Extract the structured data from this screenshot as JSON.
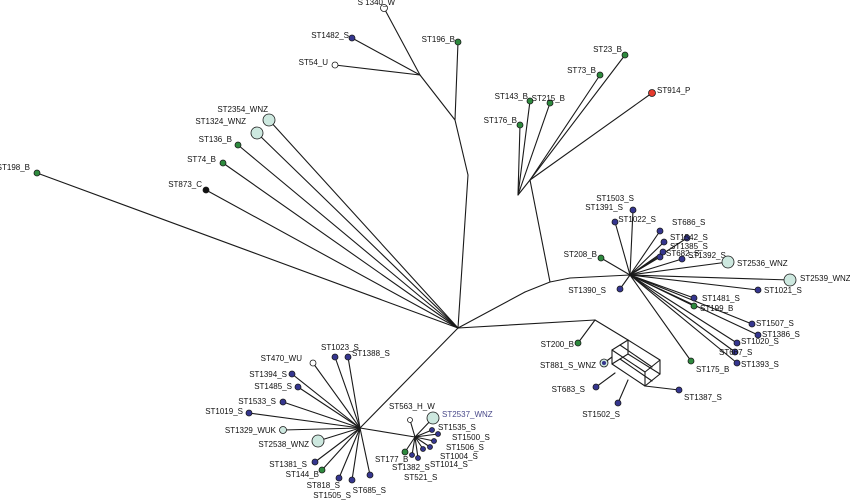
{
  "colors": {
    "B": "#2e8a3e",
    "S": "#35368f",
    "WNZ": "#cde8df",
    "W": "#ffffff",
    "U": "#ffffff",
    "WU": "#ffffff",
    "WUK": "#cde8df",
    "H_W": "#ffffff",
    "P": "#e53b2e",
    "C": "#111111",
    "edge": "#1a1a1a"
  },
  "nodes": [
    {
      "id": "S_1340_W",
      "label": "S  1340_W",
      "type": "W"
    },
    {
      "id": "ST1482_S",
      "label": "ST1482_S",
      "type": "S"
    },
    {
      "id": "ST196_B",
      "label": "ST196_B",
      "type": "B"
    },
    {
      "id": "ST54_U",
      "label": "ST54_U",
      "type": "U"
    },
    {
      "id": "ST23_B",
      "label": "ST23_B",
      "type": "B"
    },
    {
      "id": "ST73_B",
      "label": "ST73_B",
      "type": "B"
    },
    {
      "id": "ST914_P",
      "label": "ST914_P",
      "type": "P"
    },
    {
      "id": "ST143_B",
      "label": "ST143_B",
      "type": "B"
    },
    {
      "id": "ST215_B",
      "label": "ST215_B",
      "type": "B"
    },
    {
      "id": "ST176_B",
      "label": "ST176_B",
      "type": "B"
    },
    {
      "id": "ST2354_WNZ",
      "label": "ST2354_WNZ",
      "type": "WNZ"
    },
    {
      "id": "ST1324_WNZ",
      "label": "ST1324_WNZ",
      "type": "WNZ"
    },
    {
      "id": "ST136_B",
      "label": "ST136_B",
      "type": "B"
    },
    {
      "id": "ST74_B",
      "label": "ST74_B",
      "type": "B"
    },
    {
      "id": "ST873_C",
      "label": "ST873_C",
      "type": "C"
    },
    {
      "id": "ST198_B",
      "label": "ST198_B",
      "type": "B"
    },
    {
      "id": "ST1503_S",
      "label": "ST1503_S",
      "type": "S"
    },
    {
      "id": "ST1391_S",
      "label": "ST1391_S",
      "type": "S"
    },
    {
      "id": "ST1022_S",
      "label": "ST1022_S",
      "type": "S"
    },
    {
      "id": "ST686_S",
      "label": "ST686_S",
      "type": "S"
    },
    {
      "id": "ST1542_S",
      "label": "ST1542_S",
      "type": "S"
    },
    {
      "id": "ST1385_S",
      "label": "ST1385_S",
      "type": "S"
    },
    {
      "id": "ST682_S",
      "label": "ST682_S",
      "type": "S"
    },
    {
      "id": "ST1392_S",
      "label": "ST1392_S",
      "type": "S"
    },
    {
      "id": "ST2536_WNZ",
      "label": "ST2536_WNZ",
      "type": "WNZ"
    },
    {
      "id": "ST208_B",
      "label": "ST208_B",
      "type": "B"
    },
    {
      "id": "ST2539_WNZ",
      "label": "ST2539_WNZ",
      "type": "WNZ"
    },
    {
      "id": "ST1390_S",
      "label": "ST1390_S",
      "type": "S"
    },
    {
      "id": "ST1021_S",
      "label": "ST1021_S",
      "type": "S"
    },
    {
      "id": "ST1481_S",
      "label": "ST1481_S",
      "type": "S"
    },
    {
      "id": "ST199_B",
      "label": "ST199_B",
      "type": "B"
    },
    {
      "id": "ST1507_S",
      "label": "ST1507_S",
      "type": "S"
    },
    {
      "id": "ST1386_S",
      "label": "ST1386_S",
      "type": "S"
    },
    {
      "id": "ST1020_S",
      "label": "ST1020_S",
      "type": "S"
    },
    {
      "id": "ST667_S",
      "label": "ST667_S",
      "type": "S"
    },
    {
      "id": "ST1393_S",
      "label": "ST1393_S",
      "type": "S"
    },
    {
      "id": "ST200_B",
      "label": "ST200_B",
      "type": "B"
    },
    {
      "id": "ST881_S_WNZ",
      "label": "ST881_S_WNZ",
      "type": "WNZ"
    },
    {
      "id": "ST175_B",
      "label": "ST175_B",
      "type": "B"
    },
    {
      "id": "ST683_S",
      "label": "ST683_S",
      "type": "S"
    },
    {
      "id": "ST1387_S",
      "label": "ST1387_S",
      "type": "S"
    },
    {
      "id": "ST1502_S",
      "label": "ST1502_S",
      "type": "S"
    },
    {
      "id": "ST470_WU",
      "label": "ST470_WU",
      "type": "WU"
    },
    {
      "id": "ST1023_S",
      "label": "ST1023_S",
      "type": "S"
    },
    {
      "id": "ST1388_S",
      "label": "ST1388_S",
      "type": "S"
    },
    {
      "id": "ST1394_S",
      "label": "ST1394_S",
      "type": "S"
    },
    {
      "id": "ST1485_S",
      "label": "ST1485_S",
      "type": "S"
    },
    {
      "id": "ST1533_S",
      "label": "ST1533_S",
      "type": "S"
    },
    {
      "id": "ST1019_S",
      "label": "ST1019_S",
      "type": "S"
    },
    {
      "id": "ST1329_WUK",
      "label": "ST1329_WUK",
      "type": "WUK"
    },
    {
      "id": "ST2538_WNZ",
      "label": "ST2538_WNZ",
      "type": "WNZ"
    },
    {
      "id": "ST1381_S",
      "label": "ST1381_S",
      "type": "S"
    },
    {
      "id": "ST144_B",
      "label": "ST144_B",
      "type": "B"
    },
    {
      "id": "ST818_S",
      "label": "ST818_S",
      "type": "S"
    },
    {
      "id": "ST1505_S",
      "label": "ST1505_S",
      "type": "S"
    },
    {
      "id": "ST685_S",
      "label": "ST685_S",
      "type": "S"
    },
    {
      "id": "ST563_H_W",
      "label": "ST563_H_W",
      "type": "H_W"
    },
    {
      "id": "ST2537_WNZ",
      "label": "ST2537_WNZ",
      "type": "WNZ"
    },
    {
      "id": "ST1535_S",
      "label": "ST1535_S",
      "type": "S"
    },
    {
      "id": "ST1500_S",
      "label": "ST1500_S",
      "type": "S"
    },
    {
      "id": "ST1506_S",
      "label": "ST1506_S",
      "type": "S"
    },
    {
      "id": "ST1004_S",
      "label": "ST1004_S",
      "type": "S"
    },
    {
      "id": "ST1014_S",
      "label": "ST1014_S",
      "type": "S"
    },
    {
      "id": "ST177_B",
      "label": "ST177_B",
      "type": "B"
    },
    {
      "id": "ST1382_S",
      "label": "ST1382_S",
      "type": "S"
    },
    {
      "id": "ST521_S",
      "label": "ST521_S",
      "type": "S"
    }
  ]
}
